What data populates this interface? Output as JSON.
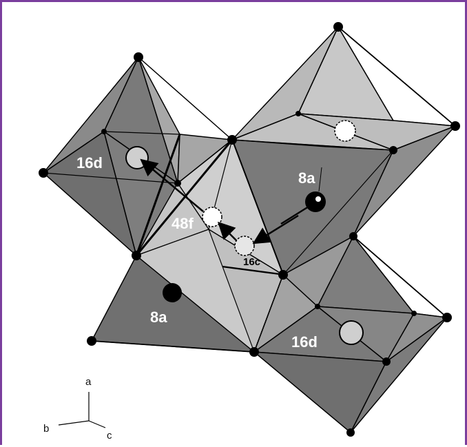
{
  "figure": {
    "site_labels": {
      "d16_left": "16d",
      "a8_upper": "8a",
      "f48": "48f",
      "c16": "16c",
      "a8_lower": "8a",
      "d16_right": "16d"
    },
    "axes": {
      "a": "a",
      "b": "b",
      "c": "c"
    },
    "colors": {
      "frame": "#7a3e9d",
      "dark_face": "#6f6f6f",
      "mid_face": "#9a9a9a",
      "light_face": "#c4c4c4",
      "edge": "#000000"
    }
  }
}
